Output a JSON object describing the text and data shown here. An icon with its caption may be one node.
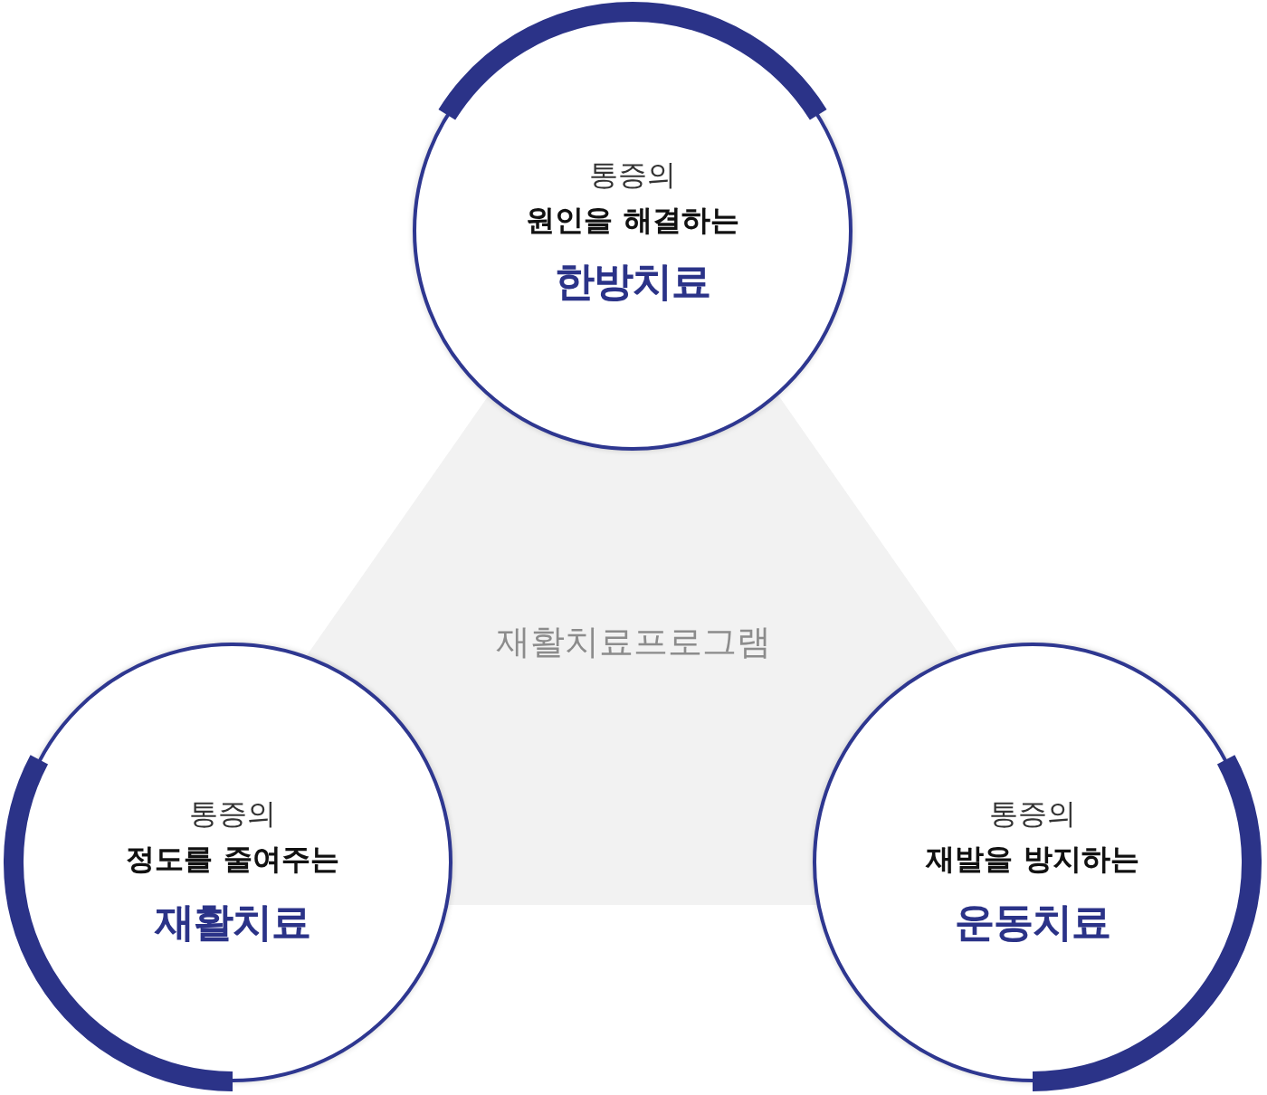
{
  "diagram": {
    "nodes": [
      {
        "text": [
          "통증의",
          "원인을 해결하는",
          "한방치료"
        ]
      },
      {
        "text": [
          "재활치료프로그램"
        ]
      },
      {
        "text": [
          "통증의",
          "정도를 줄여주는",
          "재활치료"
        ]
      },
      {
        "text": [
          "통증의",
          "재발을 방지하는",
          "운동치료"
        ]
      }
    ]
  }
}
